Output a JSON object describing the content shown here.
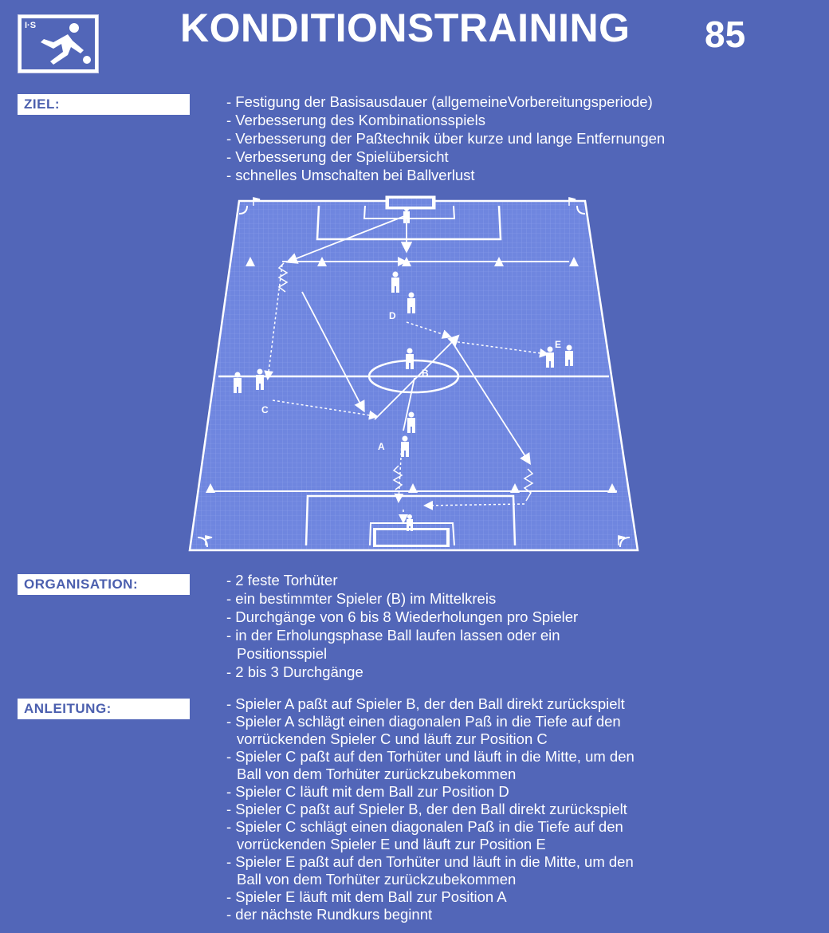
{
  "header": {
    "title": "KONDITIONSTRAINING",
    "number": "85"
  },
  "ziel": {
    "label": "ZIEL:",
    "lines": [
      "- Festigung der Basisausdauer (allgemeineVorbereitungsperiode)",
      "- Verbesserung des Kombinationsspiels",
      "- Verbesserung der Paßtechnik über kurze und lange Entfernungen",
      "- Verbesserung der Spielübersicht",
      "- schnelles Umschalten bei Ballverlust"
    ]
  },
  "diagram": {
    "player_labels": [
      "A",
      "B",
      "C",
      "D",
      "E"
    ]
  },
  "organisation": {
    "label": "ORGANISATION:",
    "lines": [
      "- 2 feste Torhüter",
      "- ein bestimmter Spieler (B) im Mittelkreis",
      "- Durchgänge von 6 bis 8 Wiederholungen pro Spieler",
      "- in der Erholungsphase Ball laufen lassen oder ein",
      "Positionsspiel",
      "- 2 bis 3 Durchgänge"
    ]
  },
  "anleitung": {
    "label": "ANLEITUNG:",
    "lines": [
      "- Spieler A paßt auf Spieler B, der den Ball direkt zurückspielt",
      "- Spieler A schlägt einen diagonalen Paß in die Tiefe auf den",
      "vorrückenden Spieler C und läuft zur Position C",
      "- Spieler C paßt auf den Torhüter und läuft in die Mitte, um den",
      "Ball von dem Torhüter zurückzubekommen",
      "- Spieler C läuft mit dem Ball zur Position D",
      "- Spieler C paßt auf Spieler B, der den Ball direkt zurückspielt",
      "- Spieler C schlägt einen diagonalen Paß in die Tiefe auf den",
      "vorrückenden Spieler E und läuft zur Position E",
      "- Spieler E paßt auf den Torhüter und läuft in die Mitte, um den",
      "Ball von dem Torhüter zurückzubekommen",
      "- Spieler E läuft mit dem Ball zur Position A",
      "- der nächste Rundkurs beginnt"
    ]
  }
}
